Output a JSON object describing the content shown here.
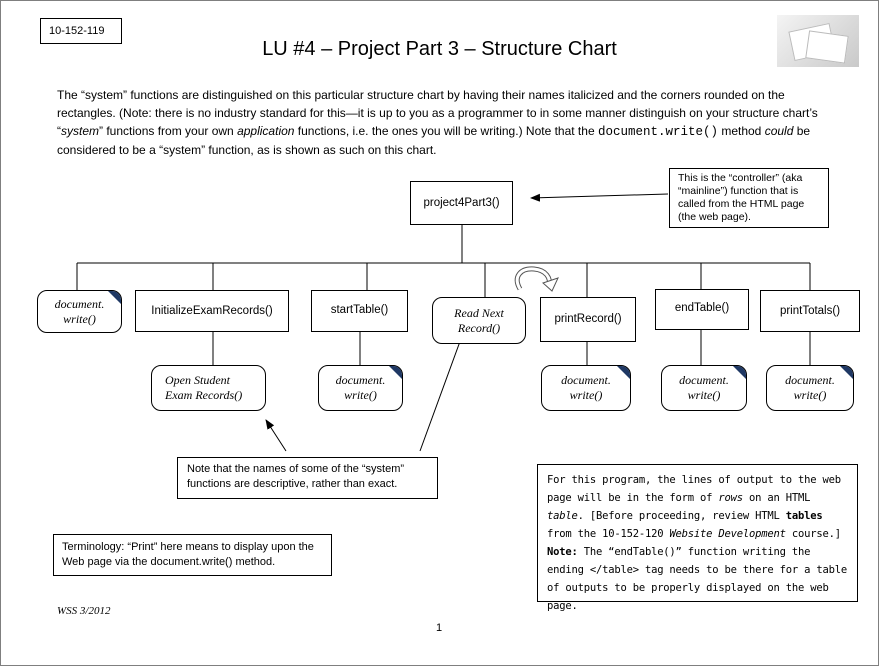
{
  "header": {
    "course_code": "10-152-119",
    "title": "LU #4 – Project Part 3 – Structure Chart"
  },
  "intro": {
    "t1": "The “system” functions are distinguished on this particular structure chart by having their names italicized and the corners rounded on the rectangles. (Note: there is no industry standard for this—it is up to you as a programmer to in some manner distinguish on your structure chart’s “",
    "t2": "system",
    "t3": "” functions from your own ",
    "t4": "application",
    "t5": " functions, i.e. the ones you will be writing.) Note that the ",
    "t6": "document.write()",
    "t7": " method ",
    "t8": "could",
    "t9": " be considered to be a “system” function, as is shown as such on this chart."
  },
  "chart": {
    "root": "project4Part3()",
    "controller_note": "This is the “controller” (aka “mainline”) function that is called from the HTML page (the web page).",
    "level1": {
      "doc_write_l1": "document. write()",
      "initialize": "InitializeExamRecords()",
      "start_table": "startTable()",
      "read_next": "Read Next Record()",
      "print_record": "printRecord()",
      "end_table": "endTable()",
      "print_totals": "printTotals()"
    },
    "level2": {
      "open_student": "Open Student Exam Records()",
      "doc_write_start": "document. write()",
      "doc_write_print": "document. write()",
      "doc_write_end": "document. write()",
      "doc_write_totals": "document. write()"
    },
    "icons": [
      "loop-arrow-icon",
      "corner-fold-icon"
    ],
    "colors": {
      "corner": "#1f3864",
      "loop_fill": "#ffffff"
    }
  },
  "notes": {
    "descriptive_names": "Note that the names of some of the “system” functions are descriptive, rather than exact.",
    "terminology": "Terminology: “Print” here means to display upon the Web page via the document.write() method.",
    "program": {
      "p1": "For this program, the lines of output to the web page will be in the form of ",
      "p2": "rows",
      "p3": " on an HTML ",
      "p4": "table",
      "p5": ". [Before proceeding, review HTML ",
      "p6": "tables",
      "p7": " from the 10-152-120 ",
      "p8": "Website Development",
      "p9": " course.]",
      "p10": "Note:",
      "p11": " The “endTable()” function writing the ending </table> tag needs to be there for a table of outputs to be properly displayed on the web page."
    }
  },
  "footer": {
    "author": "WSS 3/2012",
    "page": "1"
  }
}
